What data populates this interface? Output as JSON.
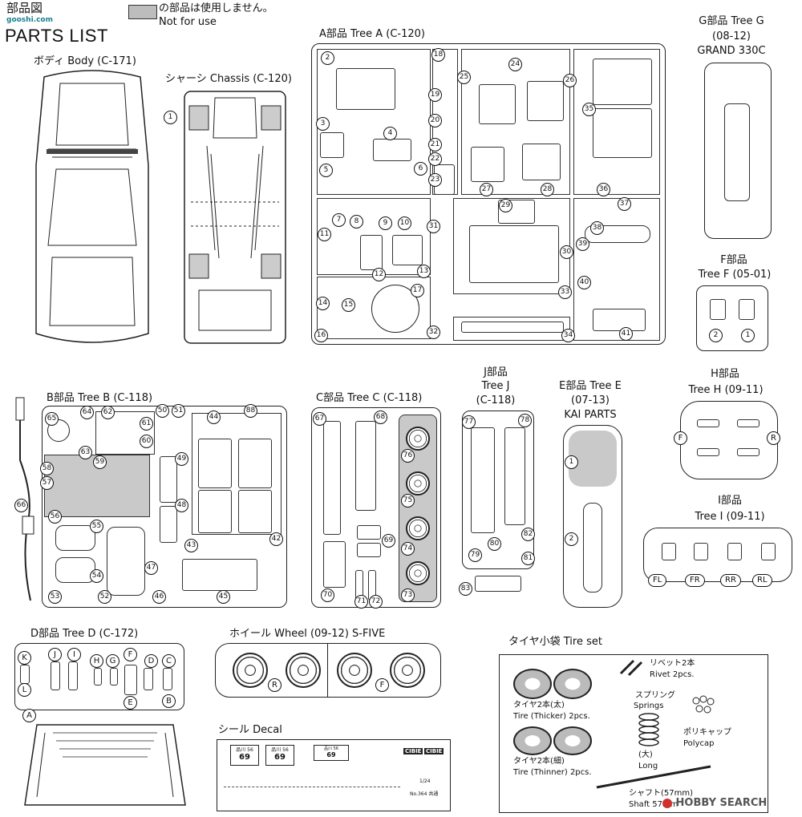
{
  "header": {
    "title_ja": "部品図",
    "title_en": "PARTS LIST",
    "legend_ja": "の部品は使用しません。",
    "legend_en": "Not for use"
  },
  "watermarks": {
    "top_left": "gooshi.com",
    "bottom_right": "HOBBY SEARCH"
  },
  "body": {
    "label": "ボディ Body (C-171)",
    "num": "1"
  },
  "chassis": {
    "label": "シャーシ Chassis (C-120)",
    "num": "1"
  },
  "tree_a": {
    "label": "A部品 Tree A (C-120)",
    "nums": [
      "2",
      "3",
      "4",
      "5",
      "6",
      "7",
      "8",
      "9",
      "10",
      "11",
      "12",
      "13",
      "14",
      "15",
      "16",
      "17",
      "18",
      "19",
      "20",
      "21",
      "22",
      "23",
      "24",
      "25",
      "26",
      "27",
      "28",
      "29",
      "30",
      "31",
      "32",
      "33",
      "34",
      "35",
      "36",
      "37",
      "38",
      "39",
      "40",
      "41"
    ]
  },
  "tree_g": {
    "label1": "G部品 Tree G",
    "label2": "(08-12)",
    "label3": "GRAND 330C"
  },
  "tree_f": {
    "label1": "F部品",
    "label2": "Tree F (05-01)",
    "nums": [
      "2",
      "1"
    ]
  },
  "tree_b": {
    "label": "B部品 Tree B (C-118)",
    "nums": [
      "42",
      "43",
      "44",
      "45",
      "46",
      "47",
      "48",
      "49",
      "50",
      "51",
      "52",
      "53",
      "54",
      "55",
      "56",
      "57",
      "58",
      "59",
      "60",
      "61",
      "62",
      "63",
      "64",
      "65",
      "66",
      "88"
    ]
  },
  "tree_c": {
    "label": "C部品 Tree C (C-118)",
    "nums": [
      "67",
      "68",
      "69",
      "70",
      "71",
      "72",
      "73",
      "74",
      "75",
      "76"
    ]
  },
  "tree_j": {
    "label1": "J部品",
    "label2": "Tree J",
    "label3": "(C-118)",
    "nums": [
      "77",
      "78",
      "79",
      "80",
      "81",
      "82",
      "83"
    ]
  },
  "tree_e": {
    "label1": "E部品 Tree E",
    "label2": "(07-13)",
    "label3": "KAI PARTS",
    "nums": [
      "1",
      "2"
    ]
  },
  "tree_h": {
    "label1": "H部品",
    "label2": "Tree H (09-11)",
    "left": "F",
    "right": "R"
  },
  "tree_i": {
    "label1": "I部品",
    "label2": "Tree I (09-11)",
    "tags": [
      "FL",
      "FR",
      "RR",
      "RL"
    ]
  },
  "tree_d": {
    "label": "D部品 Tree D (C-172)",
    "letters": [
      "K",
      "J",
      "I",
      "H",
      "G",
      "F",
      "D",
      "C",
      "L",
      "E",
      "B",
      "A"
    ]
  },
  "wheel": {
    "label": "ホイール Wheel (09-12) S-FIVE",
    "r": "R",
    "f": "F"
  },
  "decal": {
    "label": "シール Decal",
    "plates": [
      "品川 56",
      "69",
      "品川 56",
      "69",
      "品川 56",
      "69"
    ],
    "brands": [
      "CIBIE",
      "CIBIE"
    ],
    "note1": "1/24",
    "note2": "No.364 共通"
  },
  "tire_set": {
    "label": "タイヤ小袋 Tire set",
    "rivet_ja": "リベット2本",
    "rivet_en": "Rivet 2pcs.",
    "spring_ja": "スプリング",
    "spring_en": "Springs",
    "spring_big_ja": "(大)",
    "spring_big_en": "Long",
    "polycap_ja": "ポリキャップ",
    "polycap_en": "Polycap",
    "thick_ja": "タイヤ2本(太)",
    "thick_en": "Tire (Thicker) 2pcs.",
    "thin_ja": "タイヤ2本(細)",
    "thin_en": "Tire (Thinner) 2pcs.",
    "shaft_ja": "シャフト(57mm)",
    "shaft_en": "Shaft 57mm"
  },
  "colors": {
    "not_used_gray": "#c9c9c9",
    "line": "#222222",
    "watermark_red": "#d0312d",
    "watermark_teal": "#1a7f8f"
  }
}
